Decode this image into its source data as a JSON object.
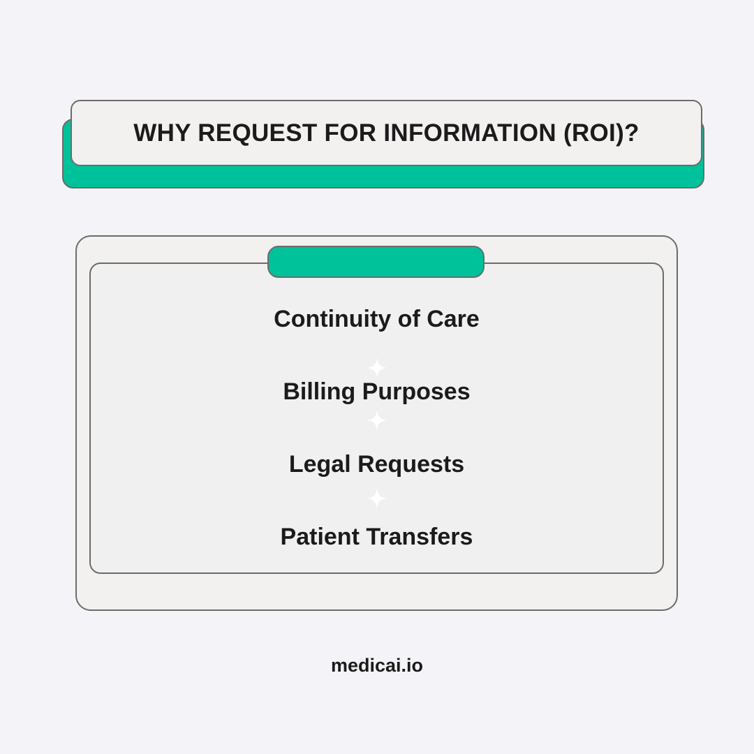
{
  "header": {
    "title": "WHY REQUEST FOR INFORMATION (ROI)?"
  },
  "panel": {
    "items": [
      "Continuity of Care",
      "Billing Purposes",
      "Legal Requests",
      "Patient Transfers"
    ],
    "separator_icon": "sparkle-icon"
  },
  "footer": {
    "brand": "medicai.io"
  },
  "colors": {
    "background": "#f4f4f8",
    "accent": "#00c29a",
    "card": "#f2f1ef",
    "border": "#6b6b6b",
    "text": "#1c1a1b",
    "sparkle": "#ffffff"
  }
}
